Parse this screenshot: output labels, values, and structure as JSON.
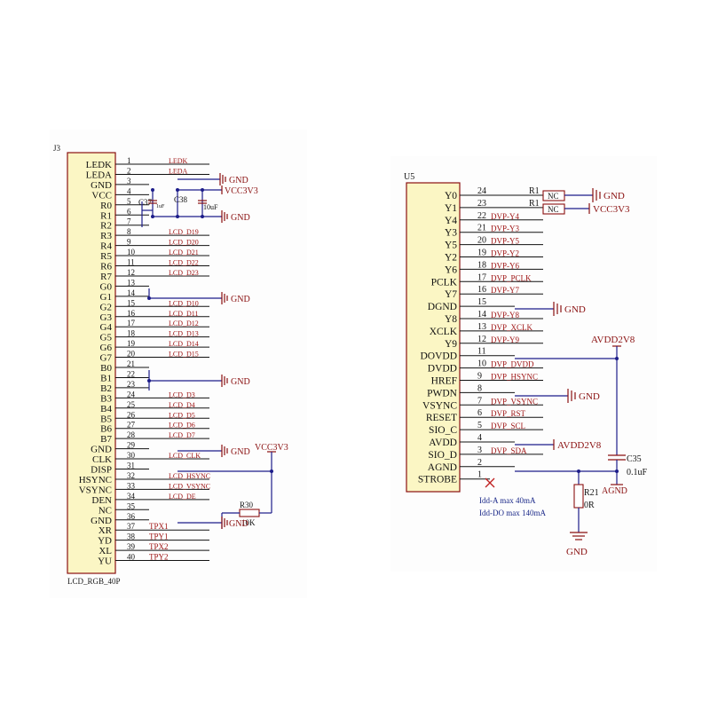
{
  "left": {
    "ref": "J3",
    "footprint": "LCD_RGB_40P",
    "pins": [
      {
        "name": "LEDK",
        "num": "1",
        "net": "LEDK"
      },
      {
        "name": "LEDA",
        "num": "2",
        "net": "LEDA"
      },
      {
        "name": "GND",
        "num": "3",
        "net": ""
      },
      {
        "name": "VCC",
        "num": "4",
        "net": ""
      },
      {
        "name": "R0",
        "num": "5",
        "net": ""
      },
      {
        "name": "R1",
        "num": "6",
        "net": ""
      },
      {
        "name": "R2",
        "num": "7",
        "net": ""
      },
      {
        "name": "R3",
        "num": "8",
        "net": "LCD_D19"
      },
      {
        "name": "R4",
        "num": "9",
        "net": "LCD_D20"
      },
      {
        "name": "R5",
        "num": "10",
        "net": "LCD_D21"
      },
      {
        "name": "R6",
        "num": "11",
        "net": "LCD_D22"
      },
      {
        "name": "R7",
        "num": "12",
        "net": "LCD_D23"
      },
      {
        "name": "G0",
        "num": "13",
        "net": ""
      },
      {
        "name": "G1",
        "num": "14",
        "net": ""
      },
      {
        "name": "G2",
        "num": "15",
        "net": "LCD_D10"
      },
      {
        "name": "G3",
        "num": "16",
        "net": "LCD_D11"
      },
      {
        "name": "G4",
        "num": "17",
        "net": "LCD_D12"
      },
      {
        "name": "G5",
        "num": "18",
        "net": "LCD_D13"
      },
      {
        "name": "G6",
        "num": "19",
        "net": "LCD_D14"
      },
      {
        "name": "G7",
        "num": "20",
        "net": "LCD_D15"
      },
      {
        "name": "B0",
        "num": "21",
        "net": ""
      },
      {
        "name": "B1",
        "num": "22",
        "net": ""
      },
      {
        "name": "B2",
        "num": "23",
        "net": ""
      },
      {
        "name": "B3",
        "num": "24",
        "net": "LCD_D3"
      },
      {
        "name": "B4",
        "num": "25",
        "net": "LCD_D4"
      },
      {
        "name": "B5",
        "num": "26",
        "net": "LCD_D5"
      },
      {
        "name": "B6",
        "num": "27",
        "net": "LCD_D6"
      },
      {
        "name": "B7",
        "num": "28",
        "net": "LCD_D7"
      },
      {
        "name": "GND",
        "num": "29",
        "net": ""
      },
      {
        "name": "CLK",
        "num": "30",
        "net": "LCD_CLK"
      },
      {
        "name": "DISP",
        "num": "31",
        "net": ""
      },
      {
        "name": "HSYNC",
        "num": "32",
        "net": "LCD_HSYNC"
      },
      {
        "name": "VSYNC",
        "num": "33",
        "net": "LCD_VSYNC"
      },
      {
        "name": "DEN",
        "num": "34",
        "net": "LCD_DE"
      },
      {
        "name": "NC",
        "num": "35",
        "net": ""
      },
      {
        "name": "GND",
        "num": "36",
        "net": ""
      },
      {
        "name": "XR",
        "num": "37",
        "net": "TPX1"
      },
      {
        "name": "YD",
        "num": "38",
        "net": "TPY1"
      },
      {
        "name": "XL",
        "num": "39",
        "net": "TPX2"
      },
      {
        "name": "YU",
        "num": "40",
        "net": "TPY2"
      }
    ],
    "gnd_label": "GND",
    "vcc_label": "VCC3V3",
    "c37": "C37",
    "c37_val": "1uF",
    "c38": "C38",
    "c38_val": "10uF",
    "r30": "R30",
    "r30_val": "10K"
  },
  "right": {
    "ref": "U5",
    "pins": [
      {
        "name": "Y0",
        "num": "24",
        "net": ""
      },
      {
        "name": "Y1",
        "num": "23",
        "net": ""
      },
      {
        "name": "Y4",
        "num": "22",
        "net": "DVP-Y4"
      },
      {
        "name": "Y3",
        "num": "21",
        "net": "DVP-Y3"
      },
      {
        "name": "Y5",
        "num": "20",
        "net": "DVP-Y5"
      },
      {
        "name": "Y2",
        "num": "19",
        "net": "DVP-Y2"
      },
      {
        "name": "Y6",
        "num": "18",
        "net": "DVP-Y6"
      },
      {
        "name": "PCLK",
        "num": "17",
        "net": "DVP_PCLK"
      },
      {
        "name": "Y7",
        "num": "16",
        "net": "DVP-Y7"
      },
      {
        "name": "DGND",
        "num": "15",
        "net": ""
      },
      {
        "name": "Y8",
        "num": "14",
        "net": "DVP-Y8"
      },
      {
        "name": "XCLK",
        "num": "13",
        "net": "DVP_XCLK"
      },
      {
        "name": "Y9",
        "num": "12",
        "net": "DVP-Y9"
      },
      {
        "name": "DOVDD",
        "num": "11",
        "net": ""
      },
      {
        "name": "DVDD",
        "num": "10",
        "net": "DVP_DVDD"
      },
      {
        "name": "HREF",
        "num": "9",
        "net": "DVP_HSYNC"
      },
      {
        "name": "PWDN",
        "num": "8",
        "net": ""
      },
      {
        "name": "VSYNC",
        "num": "7",
        "net": "DVP_VSYNC"
      },
      {
        "name": "RESET",
        "num": "6",
        "net": "DVP_RST"
      },
      {
        "name": "SIO_C",
        "num": "5",
        "net": "DVP_SCL"
      },
      {
        "name": "AVDD",
        "num": "4",
        "net": ""
      },
      {
        "name": "SIO_D",
        "num": "3",
        "net": "DVP_SDA"
      },
      {
        "name": "AGND",
        "num": "2",
        "net": ""
      },
      {
        "name": "STROBE",
        "num": "1",
        "net": ""
      }
    ],
    "r1a": "R1",
    "r1b": "R1",
    "nc": "NC",
    "gnd_label": "GND",
    "vcc_label": "VCC3V3",
    "avdd_label": "AVDD2V8",
    "c35": "C35",
    "c35_val": "0.1uF",
    "r21": "R21",
    "r21_val": "0R",
    "agnd_label": "AGND",
    "note1": "Idd-A max 40mA",
    "note2": "Idd-DO max 140mA"
  }
}
